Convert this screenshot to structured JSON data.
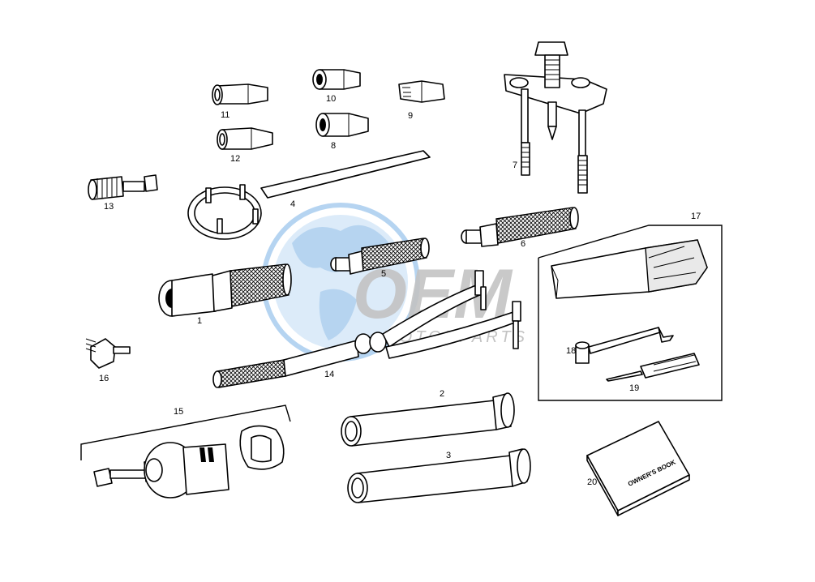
{
  "watermark": {
    "brand": "OEM",
    "tagline": "MOTORPARTS"
  },
  "parts": [
    {
      "id": "1",
      "label": "1"
    },
    {
      "id": "2",
      "label": "2"
    },
    {
      "id": "3",
      "label": "3"
    },
    {
      "id": "4",
      "label": "4"
    },
    {
      "id": "5",
      "label": "5"
    },
    {
      "id": "6",
      "label": "6"
    },
    {
      "id": "7",
      "label": "7"
    },
    {
      "id": "8",
      "label": "8"
    },
    {
      "id": "9",
      "label": "9"
    },
    {
      "id": "10",
      "label": "10"
    },
    {
      "id": "11",
      "label": "11"
    },
    {
      "id": "12",
      "label": "12"
    },
    {
      "id": "13",
      "label": "13"
    },
    {
      "id": "14",
      "label": "14"
    },
    {
      "id": "15",
      "label": "15"
    },
    {
      "id": "16",
      "label": "16"
    },
    {
      "id": "17",
      "label": "17"
    },
    {
      "id": "18",
      "label": "18"
    },
    {
      "id": "19",
      "label": "19"
    },
    {
      "id": "20",
      "label": "20"
    }
  ],
  "book_cover_text": "OWNER'S BOOK",
  "colors": {
    "line": "#000000",
    "background": "#ffffff",
    "watermark_blue": "#9fc6ea",
    "watermark_grey": "#b9b9b9"
  }
}
